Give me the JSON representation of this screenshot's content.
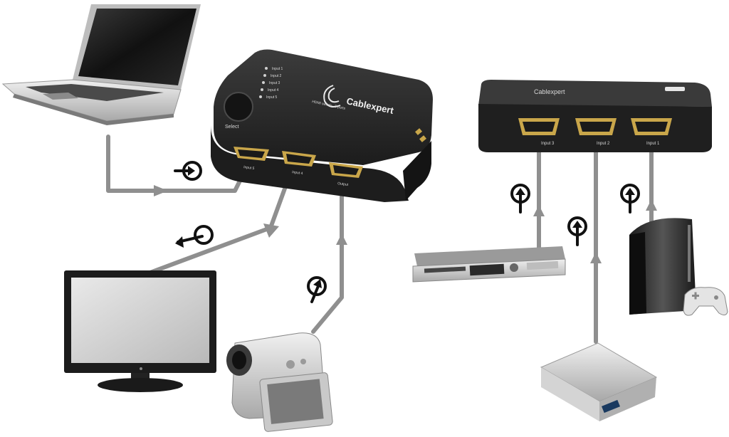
{
  "switch_front": {
    "brand": "Cablexpert",
    "subtitle": "HDMI switch - 5 ports",
    "button_label": "Select",
    "led_labels": [
      "Input 1",
      "Input 2",
      "Input 3",
      "Input 4",
      "Input 5"
    ],
    "front_port_labels": [
      "Input 5",
      "Input 4",
      "Output"
    ]
  },
  "switch_back": {
    "brand": "Cablexpert",
    "port_labels": [
      "Input 3",
      "Input 2",
      "Input 1"
    ]
  },
  "colors": {
    "cable": "#8f8f8f",
    "device_dark": "#2b2b2b",
    "port_gold": "#c9a64a"
  }
}
